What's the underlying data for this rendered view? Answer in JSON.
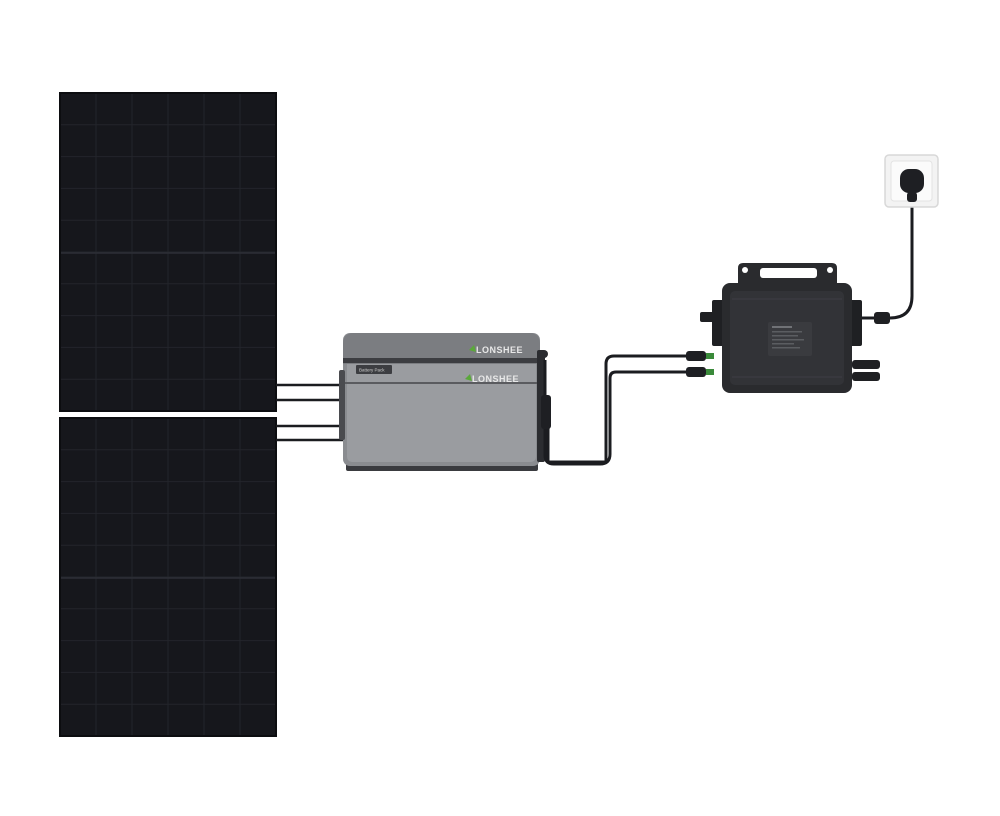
{
  "scene": {
    "background": "#ffffff",
    "components": {
      "solar_panels": {
        "count": 2,
        "color": "#15161b"
      },
      "battery": {
        "brand_logo_upper": "LONSHEE",
        "brand_logo_lower": "LONSHEE",
        "top_badge": "Battery Pack",
        "body_color": "#8a8c90",
        "accent_color": "#5aa83a"
      },
      "microinverter": {
        "body_color": "#2a2b2e"
      },
      "wall_socket": {
        "color": "#f3f3f3"
      }
    },
    "icons": [
      "solar-panel-icon",
      "battery-icon",
      "microinverter-icon",
      "wall-socket-icon",
      "plug-icon"
    ]
  }
}
